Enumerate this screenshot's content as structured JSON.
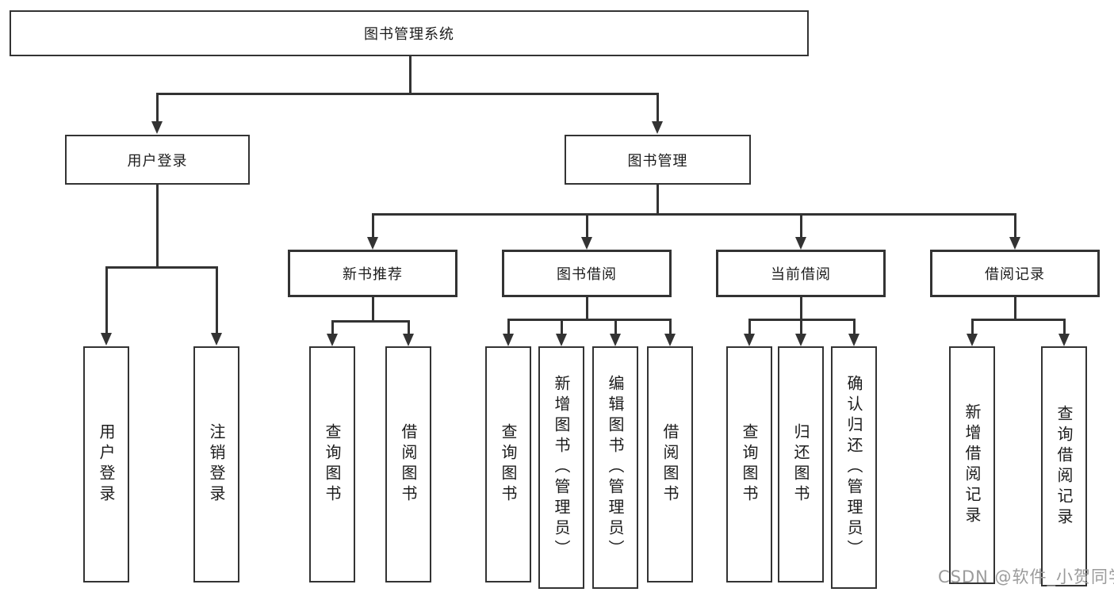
{
  "tree": {
    "root": {
      "label": "图书管理系统"
    },
    "branches": [
      {
        "label": "用户登录",
        "children": [
          {
            "label": "用户登录"
          },
          {
            "label": "注销登录"
          }
        ]
      },
      {
        "label": "图书管理",
        "children": [
          {
            "label": "新书推荐",
            "children": [
              {
                "label": "查询图书"
              },
              {
                "label": "借阅图书"
              }
            ]
          },
          {
            "label": "图书借阅",
            "children": [
              {
                "label": "查询图书"
              },
              {
                "label": "新增图书（管理员）"
              },
              {
                "label": "编辑图书（管理员）"
              },
              {
                "label": "借阅图书"
              }
            ]
          },
          {
            "label": "当前借阅",
            "children": [
              {
                "label": "查询图书"
              },
              {
                "label": "归还图书"
              },
              {
                "label": "确认归还（管理员）"
              }
            ]
          },
          {
            "label": "借阅记录",
            "children": [
              {
                "label": "新增借阅记录"
              },
              {
                "label": "查询借阅记录"
              }
            ]
          }
        ]
      }
    ]
  },
  "watermark": {
    "text": "CSDN @软件_小贺同学"
  },
  "colors": {
    "line": "#333333",
    "box_border": "#333333",
    "text": "#1c1c1c",
    "watermark": "#9b9b9b",
    "background": "#ffffff"
  }
}
